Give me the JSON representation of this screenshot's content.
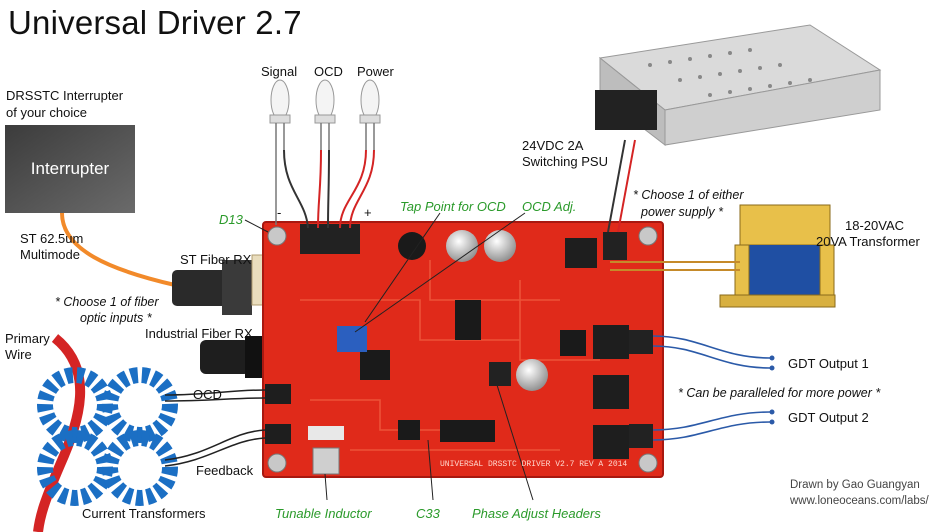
{
  "title": "Universal Driver 2.7",
  "labels": {
    "interrupter_heading_1": "DRSSTC Interrupter",
    "interrupter_heading_2": "of your choice",
    "interrupter_box": "Interrupter",
    "multimode_1": "ST 62.5um",
    "multimode_2": "Multimode",
    "fiber_note_1": "* Choose 1 of fiber",
    "fiber_note_2": "optic inputs *",
    "st_fiber_rx": "ST Fiber RX",
    "industrial_fiber_rx": "Industrial Fiber RX",
    "primary_1": "Primary",
    "primary_2": "Wire",
    "ocd": "OCD",
    "feedback": "Feedback",
    "current_transformers": "Current Transformers",
    "led_signal": "Signal",
    "led_ocd": "OCD",
    "led_power": "Power",
    "minus": "-",
    "plus": "+",
    "psu_1": "24VDC 2A",
    "psu_2": "Switching PSU",
    "power_note_1": "* Choose 1 of either",
    "power_note_2": "power supply *",
    "transformer_1": "18-20VAC",
    "transformer_2": "20VA Transformer",
    "gdt1": "GDT Output 1",
    "gdt2": "GDT Output 2",
    "parallel_note": "* Can be paralleled for more power *",
    "credit_1": "Drawn by Gao Guangyan",
    "credit_2": "www.loneoceans.com/labs/"
  },
  "green_labels": {
    "d13": "D13",
    "tap_point": "Tap Point for OCD",
    "ocd_adj": "OCD Adj.",
    "tunable_inductor": "Tunable Inductor",
    "c33": "C33",
    "phase_adjust": "Phase Adjust Headers"
  },
  "board": {
    "silkscreen": "UNIVERSAL DRSSTC DRIVER V2.7 REV A 2014"
  },
  "colors": {
    "pcb": "#e02a1a",
    "fiber_cable": "#f28a2a",
    "primary_wire": "#d42424",
    "toroid": "#1b6fc4",
    "green_label": "#2a9a2a",
    "gdt_wire": "#2b5aa8"
  }
}
